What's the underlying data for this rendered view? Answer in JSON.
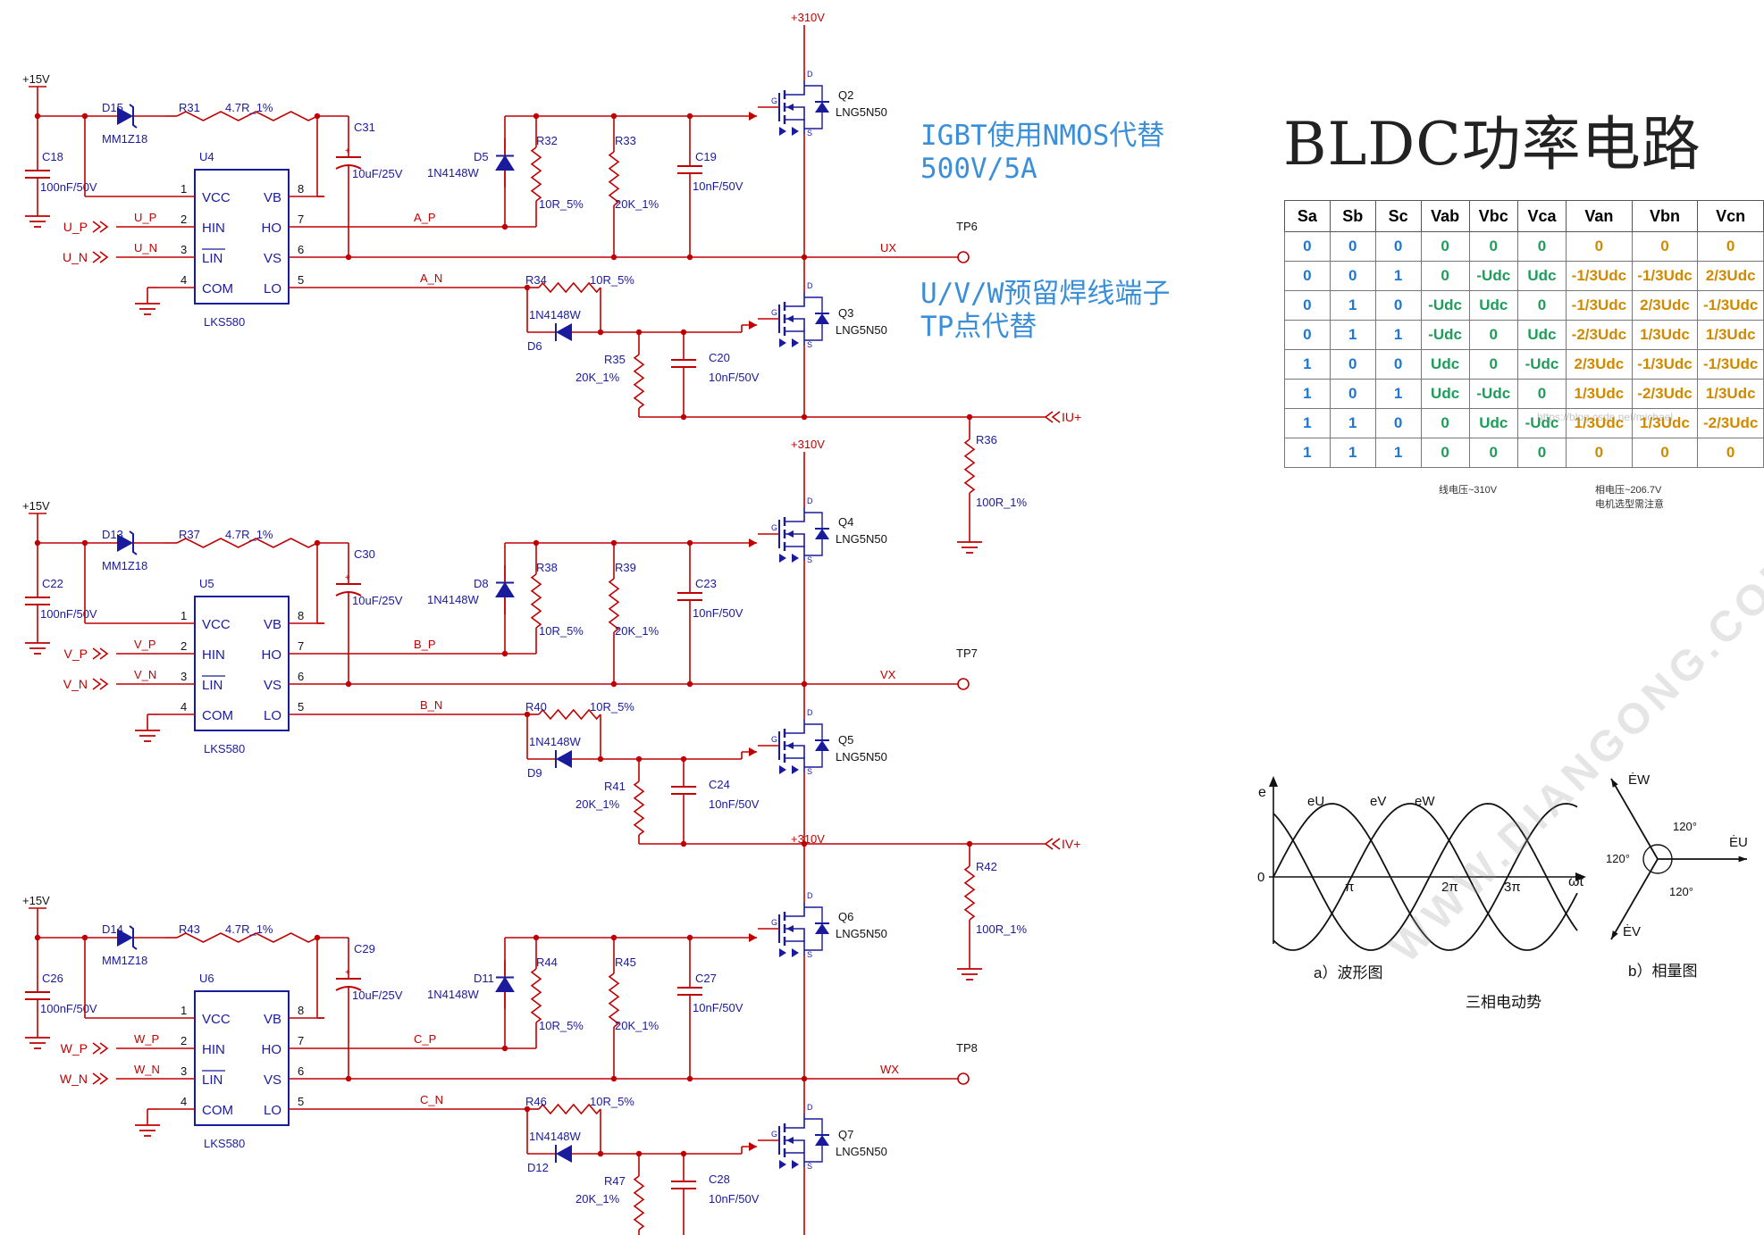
{
  "title": "BLDC功率电路",
  "notes": [
    "IGBT使用NMOS代替",
    "500V/5A",
    "U/V/W预留焊线端子",
    "TP点代替"
  ],
  "rails": {
    "p15": "+15V",
    "p310": "+310V"
  },
  "stages": [
    {
      "d_zener": "D15",
      "r_boot": "R31",
      "r_boot_val": "4.7R_1%",
      "c_vcc": "C18",
      "c_vcc_val": "100nF/50V",
      "c_boot": "C31",
      "c_boot_val": "10uF/25V",
      "ic": "U4",
      "in_p": "U_P",
      "in_n": "U_N",
      "net_hp": "A_P",
      "net_ln": "A_N",
      "d_hi": "D5",
      "r_hi1": "R32",
      "r_hi1_val": "10R_5%",
      "r_hi2": "R33",
      "r_hi2_val": "20K_1%",
      "c_hi": "C19",
      "c_hi_val": "10nF/50V",
      "q_hi": "Q2",
      "q_lo": "Q3",
      "out": "UX",
      "tp": "TP6",
      "r_lo1": "R34",
      "r_lo1_val": "10R_5%",
      "d_lo": "D6",
      "r_lo2": "R35",
      "r_lo2_val": "20K_1%",
      "c_lo": "C20",
      "c_lo_val": "10nF/50V",
      "sense": "IU+",
      "r_sense": "R36",
      "r_sense_val": "100R_1%"
    },
    {
      "d_zener": "D13",
      "r_boot": "R37",
      "r_boot_val": "4.7R_1%",
      "c_vcc": "C22",
      "c_vcc_val": "100nF/50V",
      "c_boot": "C30",
      "c_boot_val": "10uF/25V",
      "ic": "U5",
      "in_p": "V_P",
      "in_n": "V_N",
      "net_hp": "B_P",
      "net_ln": "B_N",
      "d_hi": "D8",
      "r_hi1": "R38",
      "r_hi1_val": "10R_5%",
      "r_hi2": "R39",
      "r_hi2_val": "20K_1%",
      "c_hi": "C23",
      "c_hi_val": "10nF/50V",
      "q_hi": "Q4",
      "q_lo": "Q5",
      "out": "VX",
      "tp": "TP7",
      "r_lo1": "R40",
      "r_lo1_val": "10R_5%",
      "d_lo": "D9",
      "r_lo2": "R41",
      "r_lo2_val": "20K_1%",
      "c_lo": "C24",
      "c_lo_val": "10nF/50V",
      "sense": "IV+",
      "r_sense": "R42",
      "r_sense_val": "100R_1%"
    },
    {
      "d_zener": "D14",
      "r_boot": "R43",
      "r_boot_val": "4.7R_1%",
      "c_vcc": "C26",
      "c_vcc_val": "100nF/50V",
      "c_boot": "C29",
      "c_boot_val": "10uF/25V",
      "ic": "U6",
      "in_p": "W_P",
      "in_n": "W_N",
      "net_hp": "C_P",
      "net_ln": "C_N",
      "d_hi": "D11",
      "r_hi1": "R44",
      "r_hi1_val": "10R_5%",
      "r_hi2": "R45",
      "r_hi2_val": "20K_1%",
      "c_hi": "C27",
      "c_hi_val": "10nF/50V",
      "q_hi": "Q6",
      "q_lo": "Q7",
      "out": "WX",
      "tp": "TP8",
      "r_lo1": "R46",
      "r_lo1_val": "10R_5%",
      "d_lo": "D12",
      "r_lo2": "R47",
      "r_lo2_val": "20K_1%",
      "c_lo": "C28",
      "c_lo_val": "10nF/50V"
    }
  ],
  "common": {
    "zener_part": "MM1Z18",
    "diode_part": "1N4148W",
    "mos_part": "LNG5N50",
    "ic_part": "LKS580",
    "pins_left": [
      "VCC",
      "HIN",
      "LIN",
      "COM"
    ],
    "pins_right": [
      "VB",
      "HO",
      "VS",
      "LO"
    ],
    "pnum_left": [
      "1",
      "2",
      "3",
      "4"
    ],
    "pnum_right": [
      "8",
      "7",
      "6",
      "5"
    ],
    "mos_g": "G",
    "mos_d": "D",
    "mos_s": "S"
  },
  "table": {
    "headers": [
      "Sa",
      "Sb",
      "Sc",
      "Vab",
      "Vbc",
      "Vca",
      "Van",
      "Vbn",
      "Vcn"
    ],
    "rows": [
      [
        "0",
        "0",
        "0",
        "0",
        "0",
        "0",
        "0",
        "0",
        "0"
      ],
      [
        "0",
        "0",
        "1",
        "0",
        "-Udc",
        "Udc",
        "-1/3Udc",
        "-1/3Udc",
        "2/3Udc"
      ],
      [
        "0",
        "1",
        "0",
        "-Udc",
        "Udc",
        "0",
        "-1/3Udc",
        "2/3Udc",
        "-1/3Udc"
      ],
      [
        "0",
        "1",
        "1",
        "-Udc",
        "0",
        "Udc",
        "-2/3Udc",
        "1/3Udc",
        "1/3Udc"
      ],
      [
        "1",
        "0",
        "0",
        "Udc",
        "0",
        "-Udc",
        "2/3Udc",
        "-1/3Udc",
        "-1/3Udc"
      ],
      [
        "1",
        "0",
        "1",
        "Udc",
        "-Udc",
        "0",
        "1/3Udc",
        "-2/3Udc",
        "1/3Udc"
      ],
      [
        "1",
        "1",
        "0",
        "0",
        "Udc",
        "-Udc",
        "1/3Udc",
        "1/3Udc",
        "-2/3Udc"
      ],
      [
        "1",
        "1",
        "1",
        "0",
        "0",
        "0",
        "0",
        "0",
        "0"
      ]
    ],
    "caption_left": "线电压~310V",
    "caption_right_1": "相电压~206.7V",
    "caption_right_2": "电机选型需注意",
    "watermark": "https://blog.csdn.net/michael"
  },
  "figure": {
    "e_axis": "e",
    "t_axis": "ωt",
    "origin": "0",
    "curves": [
      "eU",
      "eV",
      "eW"
    ],
    "ticks": [
      "π",
      "2π",
      "3π"
    ],
    "cap_a": "a）波形图",
    "cap_b": "b）相量图",
    "cap_main": "三相电动势",
    "phasors": [
      "ĖW",
      "ĖU",
      "ĖV"
    ],
    "angles": [
      "120°",
      "120°",
      "120°"
    ],
    "watermark": "WWW.DIANGONG.COM"
  }
}
